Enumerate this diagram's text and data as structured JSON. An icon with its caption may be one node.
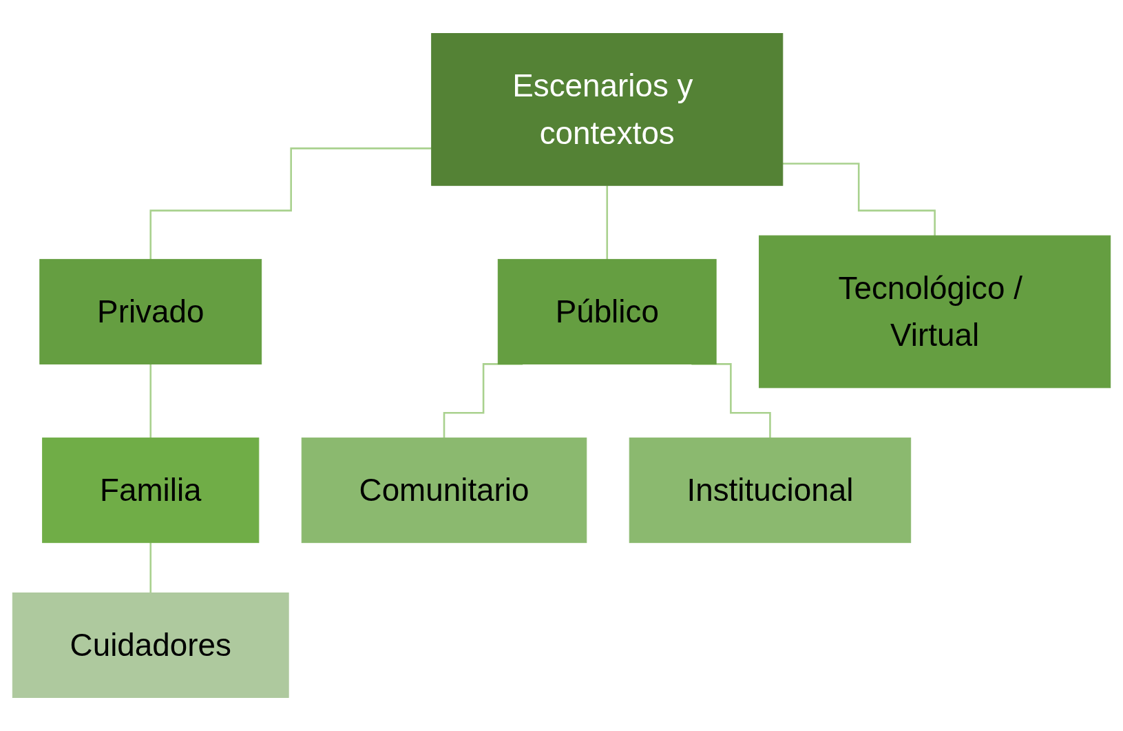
{
  "diagram": {
    "nodes": [
      {
        "text": [
          "Escenarios y contextos"
        ]
      },
      {
        "text": [
          "Privado"
        ]
      },
      {
        "text": [
          "Público"
        ]
      },
      {
        "text": [
          "Tecnológico / Virtual"
        ]
      },
      {
        "text": [
          "Familia"
        ]
      },
      {
        "text": [
          "Comunitario"
        ]
      },
      {
        "text": [
          "Institucional"
        ]
      },
      {
        "text": [
          "Cuidadores"
        ]
      }
    ],
    "edges": [
      {
        "from": 0,
        "to": 1,
        "arrow": "none"
      },
      {
        "from": 0,
        "to": 2,
        "arrow": "none"
      },
      {
        "from": 0,
        "to": 3,
        "arrow": "none"
      },
      {
        "from": 1,
        "to": 4,
        "arrow": "none"
      },
      {
        "from": 2,
        "to": 5,
        "arrow": "none"
      },
      {
        "from": 2,
        "to": 6,
        "arrow": "none"
      },
      {
        "from": 4,
        "to": 7,
        "arrow": "none"
      }
    ]
  }
}
